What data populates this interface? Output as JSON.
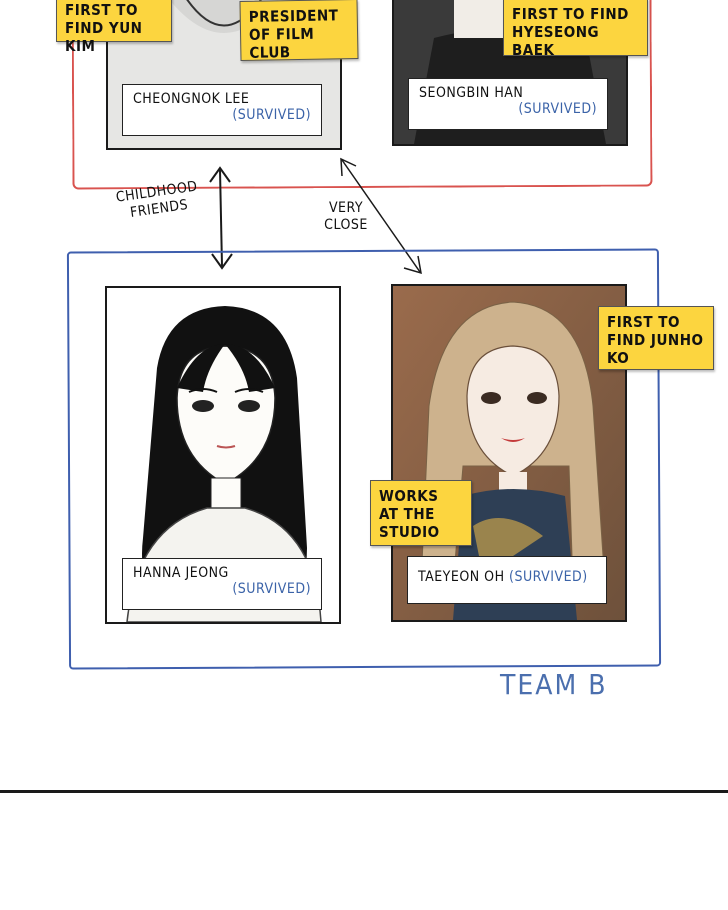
{
  "notes": {
    "top_left": "FIRST TO FIND YUN KIM",
    "president": "PRESIDENT OF FILM CLUB",
    "first_hyeseong": "FIRST TO FIND HYESEONG BAEK",
    "first_junho": "FIRST TO FIND JUNHO KO",
    "works_studio": "WORKS AT THE STUDIO"
  },
  "cards": {
    "cheongnok": {
      "name": "CHEONGNOK LEE",
      "status": "(SURVIVED)"
    },
    "seongbin": {
      "name": "SEONGBIN HAN",
      "status": "(SURVIVED)"
    },
    "hanna": {
      "name": "HANNA JEONG",
      "status": "(SURVIVED)"
    },
    "taeyeon": {
      "name": "TAEYEON OH",
      "status": "(SURVIVED)"
    }
  },
  "relations": {
    "childhood": "CHILDHOOD FRIENDS",
    "very_close": "VERY CLOSE"
  },
  "team_label": "TEAM B",
  "colors": {
    "team_a_border": "#d9534f",
    "team_b_border": "#3f5fae",
    "sticky_note": "#fcd53f",
    "survived_text": "#3b63a8"
  }
}
